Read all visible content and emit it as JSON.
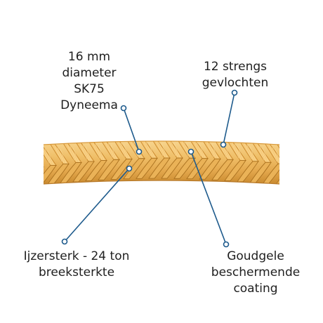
{
  "labels": {
    "diameter": [
      "16 mm",
      "diameter",
      "SK75",
      "Dyneema"
    ],
    "strands": [
      "12 strengs",
      "gevlochten"
    ],
    "strength": [
      "Ijzersterk - 24 ton",
      "breeksterkte"
    ],
    "coating": [
      "Goudgele",
      "beschermende",
      "coating"
    ]
  },
  "colors": {
    "rope_light": "#f6c978",
    "rope_mid": "#eab257",
    "rope_dark": "#c8862a",
    "rope_shadow": "#a9701f",
    "leader": "#1d5a8c",
    "text": "#1f1f1f"
  }
}
